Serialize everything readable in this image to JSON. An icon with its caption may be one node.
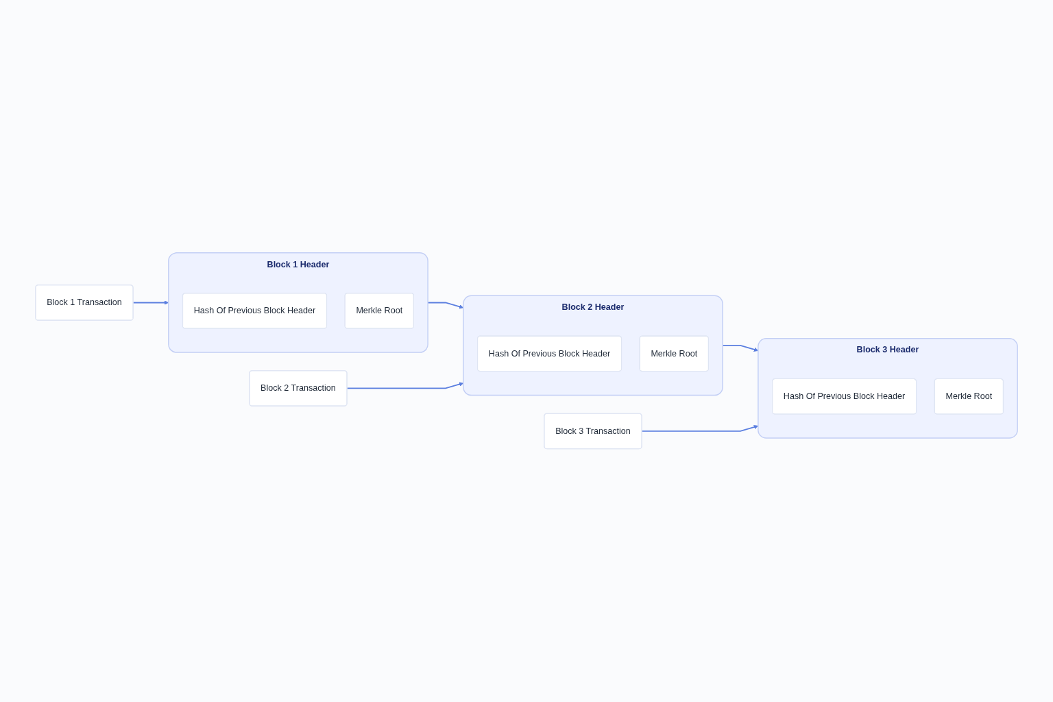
{
  "diagram": {
    "nodes": [
      {
        "text": [
          "Block 1 Header"
        ]
      },
      {
        "text": [
          "Hash Of Previous Block Header"
        ],
        "in": 0
      },
      {
        "text": [
          "Merkle Root"
        ],
        "in": 0
      },
      {
        "text": [
          "Block 2 Header"
        ]
      },
      {
        "text": [
          "Hash Of Previous Block Header"
        ],
        "in": 3
      },
      {
        "text": [
          "Merkle Root"
        ],
        "in": 3
      },
      {
        "text": [
          "Block 3 Header"
        ]
      },
      {
        "text": [
          "Hash Of Previous Block Header"
        ],
        "in": 6
      },
      {
        "text": [
          "Merkle Root"
        ],
        "in": 6
      },
      {
        "text": [
          "Block 1 Transaction"
        ]
      },
      {
        "text": [
          "Block 2 Transaction"
        ]
      },
      {
        "text": [
          "Block 3 Transaction"
        ]
      }
    ],
    "edges": [
      {
        "from": 0,
        "to": 3,
        "arrow": "to"
      },
      {
        "from": 3,
        "to": 6,
        "arrow": "to"
      },
      {
        "from": 9,
        "to": 0,
        "arrow": "to"
      },
      {
        "from": 10,
        "to": 3,
        "arrow": "to"
      },
      {
        "from": 11,
        "to": 6,
        "arrow": "to"
      }
    ]
  }
}
